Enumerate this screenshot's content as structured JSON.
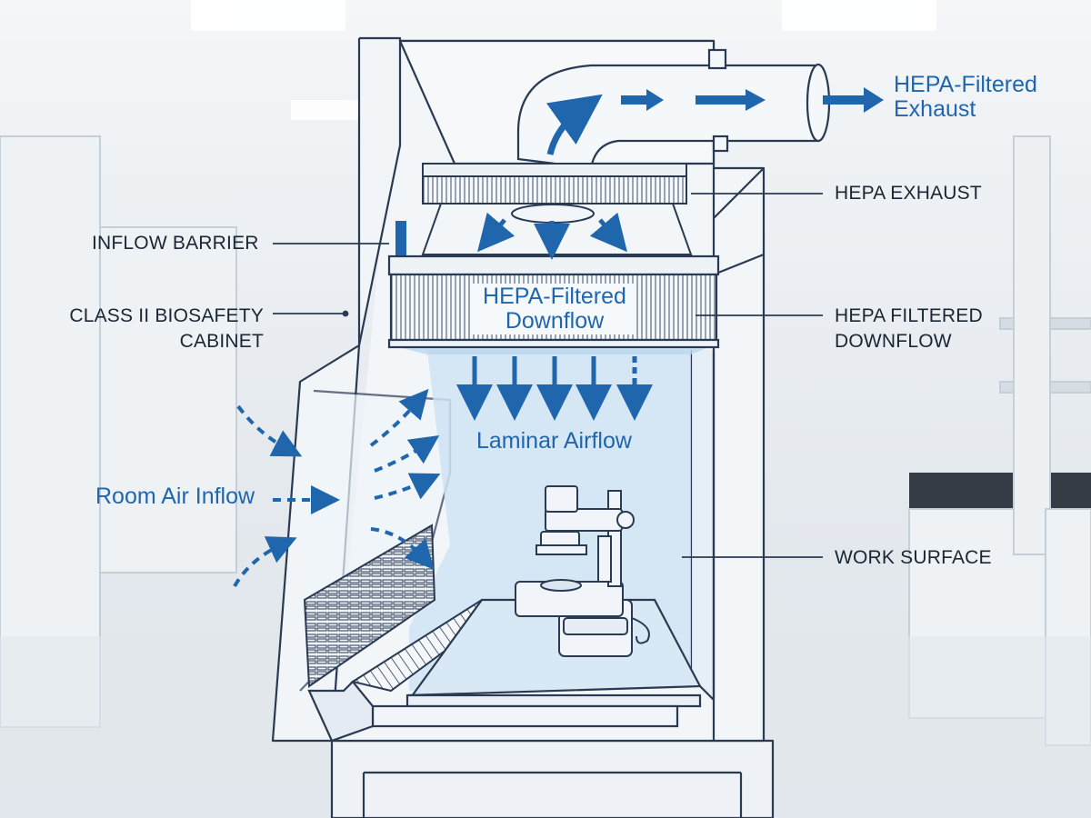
{
  "labels": {
    "exhaust_flow": [
      "HEPA-Filtered",
      "Exhaust"
    ],
    "hepa_exhaust": "HEPA EXHAUST",
    "inflow_barrier": "INFLOW BARRIER",
    "cabinet": [
      "CLASS II BIOSAFETY",
      "CABINET"
    ],
    "downflow_filter": [
      "HEPA-Filtered",
      "Downflow"
    ],
    "hepa_filtered_downflow": [
      "HEPA FILTERED",
      "DOWNFLOW"
    ],
    "laminar_airflow": "Laminar Airflow",
    "room_air_inflow": "Room Air Inflow",
    "work_surface": "WORK SURFACE"
  },
  "colors": {
    "accent_blue": "#1f66ad",
    "line_navy": "#2a3a52",
    "air_zone": "#cfe3f4",
    "background": "#e9edf1"
  }
}
